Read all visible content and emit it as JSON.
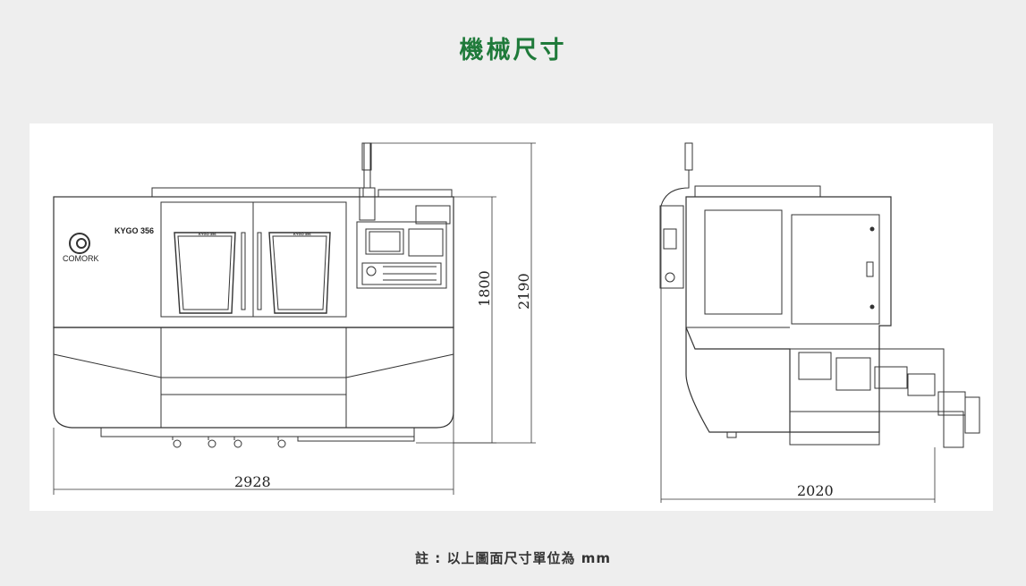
{
  "header": {
    "title": "機械尺寸"
  },
  "front_view": {
    "model_label": "KYGO 356",
    "brand_label": "COMORK",
    "door_label": "KYGO 356",
    "width_dim": "2928",
    "height_dim_1": "1800",
    "height_dim_2": "2190"
  },
  "side_view": {
    "depth_dim": "2020"
  },
  "footer": {
    "note": "註 : 以上圖面尺寸單位為 mm"
  },
  "colors": {
    "title": "#1f7a3a",
    "background": "#eeeeee",
    "panel": "#ffffff",
    "line": "#333333"
  }
}
